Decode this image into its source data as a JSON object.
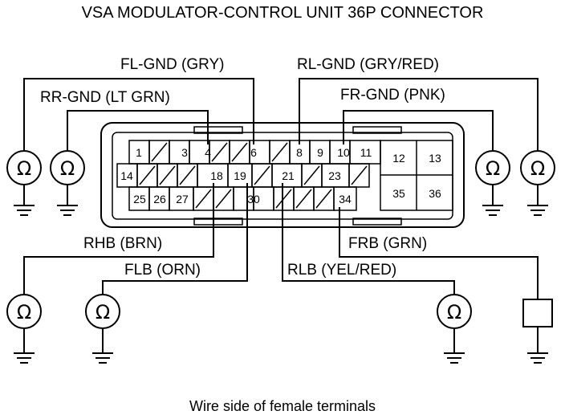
{
  "title": "VSA MODULATOR-CONTROL UNIT 36P CONNECTOR",
  "footer": "Wire side of female terminals",
  "ohm_symbol": "Ω",
  "labels": {
    "fl_gnd": "FL-GND (GRY)",
    "rl_gnd": "RL-GND (GRY/RED)",
    "rr_gnd": "RR-GND (LT GRN)",
    "fr_gnd": "FR-GND (PNK)",
    "rr_b": "RHB (BRN)",
    "fl_b": "FLB (ORN)",
    "fr_b": "FRB (GRN)",
    "rl_b": "RLB (YEL/RED)"
  },
  "pins": {
    "p1": "1",
    "p3": "3",
    "p4": "4",
    "p6": "6",
    "p8": "8",
    "p9": "9",
    "p10": "10",
    "p11": "11",
    "p12": "12",
    "p13": "13",
    "p14": "14",
    "p18": "18",
    "p19": "19",
    "p21": "21",
    "p23": "23",
    "p25": "25",
    "p26": "26",
    "p27": "27",
    "p30": "30",
    "p34": "34",
    "p35": "35",
    "p36": "36"
  }
}
